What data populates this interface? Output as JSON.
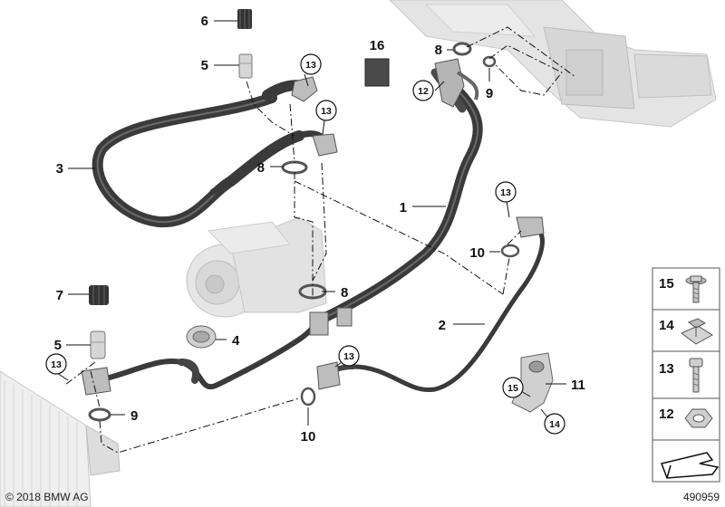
{
  "labels": {
    "l1": "1",
    "l2": "2",
    "l3": "3",
    "l4": "4",
    "l5a": "5",
    "l5b": "5",
    "l6": "6",
    "l7": "7",
    "l8a": "8",
    "l8b": "8",
    "l8c": "8",
    "l9a": "9",
    "l9b": "9",
    "l10a": "10",
    "l10b": "10",
    "l11": "11",
    "l16": "16",
    "c13a": "13",
    "c13b": "13",
    "c13c": "13",
    "c13d": "13",
    "c13e": "13",
    "c12": "12",
    "c15": "15",
    "c14": "14"
  },
  "legend": [
    "15",
    "14",
    "13",
    "12"
  ],
  "footer": {
    "copyright": "© 2018 BMW AG",
    "diagram_id": "490959"
  },
  "colors": {
    "hose": "#3a3a3a",
    "hose_highlight": "#6a6a6a",
    "part_gray": "#cfcfcf",
    "ghost_gray": "#e3e3e3",
    "line": "#111111"
  }
}
